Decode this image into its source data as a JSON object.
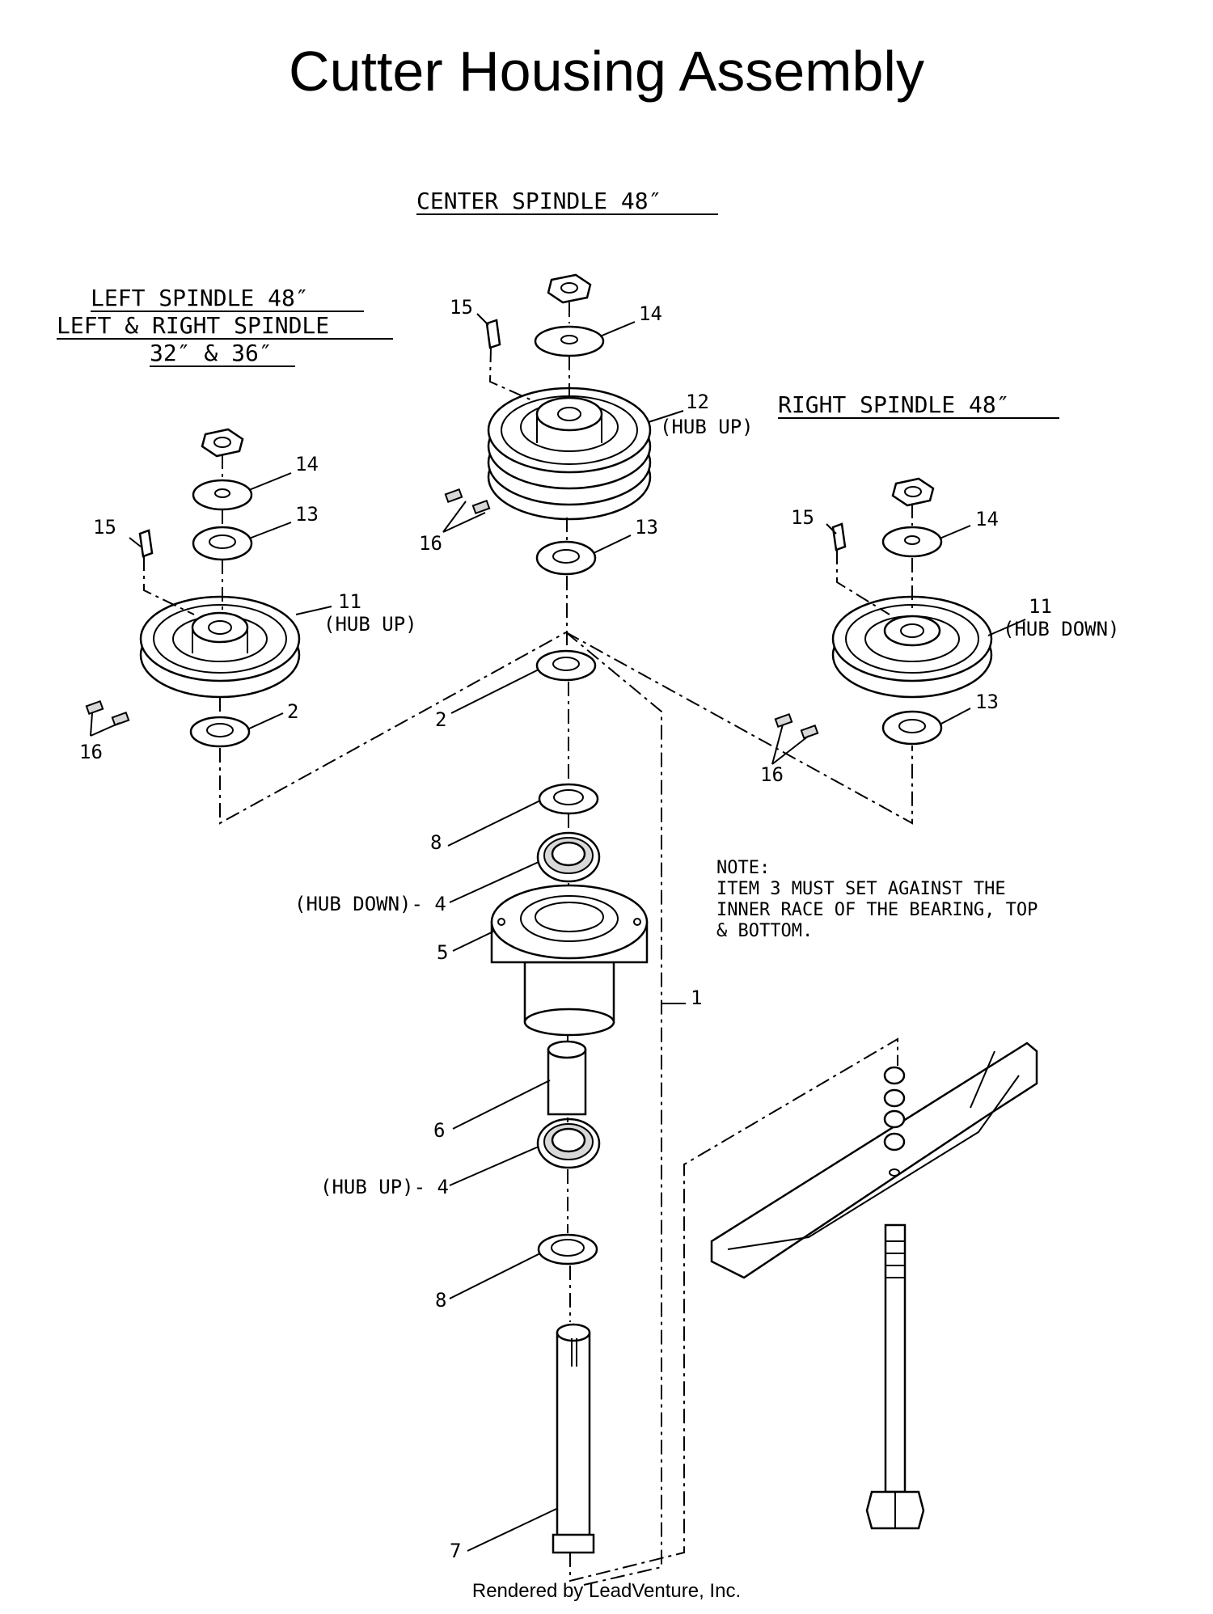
{
  "title": "Cutter Housing Assembly",
  "headers": {
    "center": "CENTER SPINDLE 48″",
    "left_line1": "LEFT SPINDLE 48″",
    "left_line2": "LEFT & RIGHT SPINDLE",
    "left_line3": "32″ & 36″",
    "right": "RIGHT SPINDLE 48″"
  },
  "note": {
    "line1": "NOTE:",
    "line2": "ITEM 3 MUST SET AGAINST THE",
    "line3": "INNER RACE OF THE BEARING, TOP",
    "line4": "& BOTTOM."
  },
  "callouts": {
    "c15": "15",
    "c14": "14",
    "c12": "12",
    "c12_note": "(HUB UP)",
    "c16": "16",
    "c13": "13",
    "l14": "14",
    "l13": "13",
    "l15": "15",
    "l11": "11",
    "l11_note": "(HUB UP)",
    "l16": "16",
    "l2": "2",
    "r15": "15",
    "r14": "14",
    "r11": "11",
    "r11_note": "(HUB DOWN)",
    "r13": "13",
    "r16": "16",
    "m2": "2",
    "m8a": "8",
    "m4a": "(HUB DOWN)- 4",
    "m5": "5",
    "m1": "1",
    "m6": "6",
    "m4b": "(HUB UP)- 4",
    "m8b": "8",
    "m7": "7"
  },
  "footer": "Rendered by LeadVenture, Inc."
}
